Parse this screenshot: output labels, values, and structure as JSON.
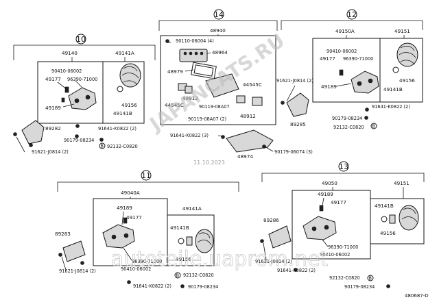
{
  "groups": {
    "g10": {
      "num": "10",
      "top_left": "49140",
      "top_right": "49141A",
      "labels": [
        "90410-06002",
        "49177",
        "96390-71000",
        "49189",
        "49156",
        "49141B",
        "89282",
        "90179-08234",
        "91641-K0822 (2)",
        "92132-C0820",
        "91621-J0814 (2)"
      ]
    },
    "g14": {
      "num": "14",
      "top": "48940",
      "labels": [
        "90110-06004 (4)",
        "48964",
        "48979",
        "48912",
        "44545C",
        "44545C",
        "90119-08A07",
        "90119-08A07 (2)",
        "48912",
        "91641-K0822 (3)",
        "48974",
        "90179-06074 (3)"
      ]
    },
    "g12": {
      "num": "12",
      "top_left": "49150A",
      "top_right": "49151",
      "labels": [
        "90410-06002",
        "49177",
        "96390-71000",
        "49189",
        "49156",
        "49141B",
        "91621-J0814 (2)",
        "89285",
        "91641-K0822 (2)",
        "90179-08234",
        "92132-C0820"
      ]
    },
    "g11": {
      "num": "11",
      "top": "49040A",
      "right": "49141A",
      "labels": [
        "49189",
        "49177",
        "89283",
        "49141B",
        "96390-71000",
        "90410-06002",
        "49156",
        "91621-J0814 (2)",
        "92132-C0820",
        "91641-K0822 (2)",
        "90179-08234"
      ]
    },
    "g13": {
      "num": "13",
      "top_left": "49050",
      "top_right": "49151",
      "labels": [
        "49189",
        "49177",
        "89286",
        "49141B",
        "96390-71000",
        "90410-06002",
        "49156",
        "91621-J0814 (2)",
        "91641-K0822 (2)",
        "92132-C0820",
        "90179-08234"
      ]
    }
  },
  "date_stamp": "11.10.2023",
  "diagram_id": "480687-D",
  "watermarks": [
    "JAPANCATS.RU",
    "autoteile.uaprom.net"
  ]
}
